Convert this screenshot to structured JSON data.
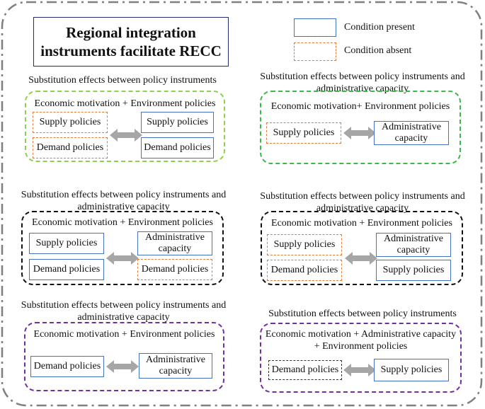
{
  "title": "Regional integration instruments facilitate RECC",
  "legend": {
    "present_label": "Condition present",
    "absent_label": "Condition absent",
    "present_color": "#4472c4",
    "absent_color": "#e07b39"
  },
  "panels": [
    {
      "heading": "Substitution effects between policy instruments",
      "group_label": "Economic motivation + Environment policies",
      "border_color": "#8fd14f",
      "left_nodes": [
        {
          "label": "Supply policies",
          "state": "absent"
        },
        {
          "label": "Demand policies",
          "state": "absent"
        }
      ],
      "right_nodes": [
        {
          "label": "Supply policies",
          "state": "present"
        },
        {
          "label": "Demand policies",
          "state": "present"
        }
      ]
    },
    {
      "heading": "Substitution effects between policy instruments and administrative capacity",
      "group_label": "Economic motivation+ Environment policies",
      "border_color": "#3cb94a",
      "left_nodes": [
        {
          "label": "Supply policies",
          "state": "absent"
        }
      ],
      "right_nodes": [
        {
          "label": "Administrative capacity",
          "state": "present"
        }
      ]
    },
    {
      "heading": "Substitution effects between policy instruments and administrative capacity",
      "group_label": "Economic motivation + Environment policies",
      "border_color": "#111111",
      "left_nodes": [
        {
          "label": "Supply policies",
          "state": "present"
        },
        {
          "label": "Demand policies",
          "state": "present"
        }
      ],
      "right_nodes": [
        {
          "label": "Administrative capacity",
          "state": "present"
        },
        {
          "label": "Demand policies",
          "state": "absent"
        }
      ]
    },
    {
      "heading": "Substitution effects between policy instruments and administrative capacity",
      "group_label": "Economic motivation + Environment policies",
      "border_color": "#111111",
      "left_nodes": [
        {
          "label": "Supply policies",
          "state": "absent"
        },
        {
          "label": "Demand policies",
          "state": "absent"
        }
      ],
      "right_nodes": [
        {
          "label": "Administrative capacity",
          "state": "present"
        },
        {
          "label": "Supply policies",
          "state": "present"
        }
      ]
    },
    {
      "heading": "Substitution effects between policy instruments and administrative capacity",
      "group_label": "Economic motivation + Environment policies",
      "border_color": "#7030a0",
      "left_nodes": [
        {
          "label": "Demand policies",
          "state": "present"
        }
      ],
      "right_nodes": [
        {
          "label": "Administrative capacity",
          "state": "present"
        }
      ]
    },
    {
      "heading": "Substitution effects between policy instruments",
      "group_label": "Economic motivation + Administrative capacity + Environment policies",
      "border_color": "#7030a0",
      "left_nodes": [
        {
          "label": "Demand policies",
          "state": "neutral"
        }
      ],
      "right_nodes": [
        {
          "label": "Supply policies",
          "state": "present"
        }
      ]
    }
  ]
}
